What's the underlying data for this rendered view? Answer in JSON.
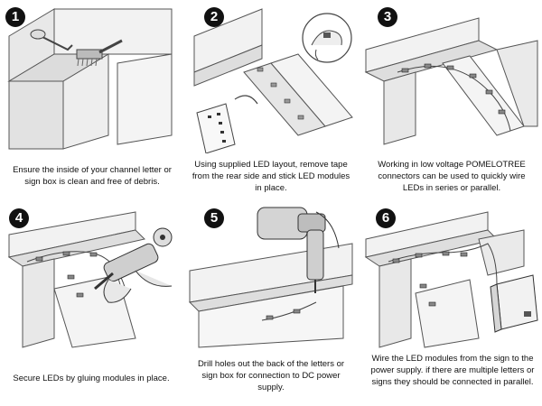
{
  "steps": [
    {
      "number": "1",
      "text": "Ensure the inside of your channel letter or sign box is clean and free of debris."
    },
    {
      "number": "2",
      "text": "Using supplied LED layout, remove tape from the rear side and stick LED modules in place."
    },
    {
      "number": "3",
      "text": "Working in low voltage POMELOTREE connectors can be used to quickly wire LEDs in series or parallel."
    },
    {
      "number": "4",
      "text": "Secure LEDs by gluing modules in place."
    },
    {
      "number": "5",
      "text": "Drill holes out the back of the letters or sign box for connection to DC power supply."
    },
    {
      "number": "6",
      "text": "Wire the LED modules from the sign to the power supply. if there are multiple letters or signs they should be connected in parallel."
    }
  ]
}
